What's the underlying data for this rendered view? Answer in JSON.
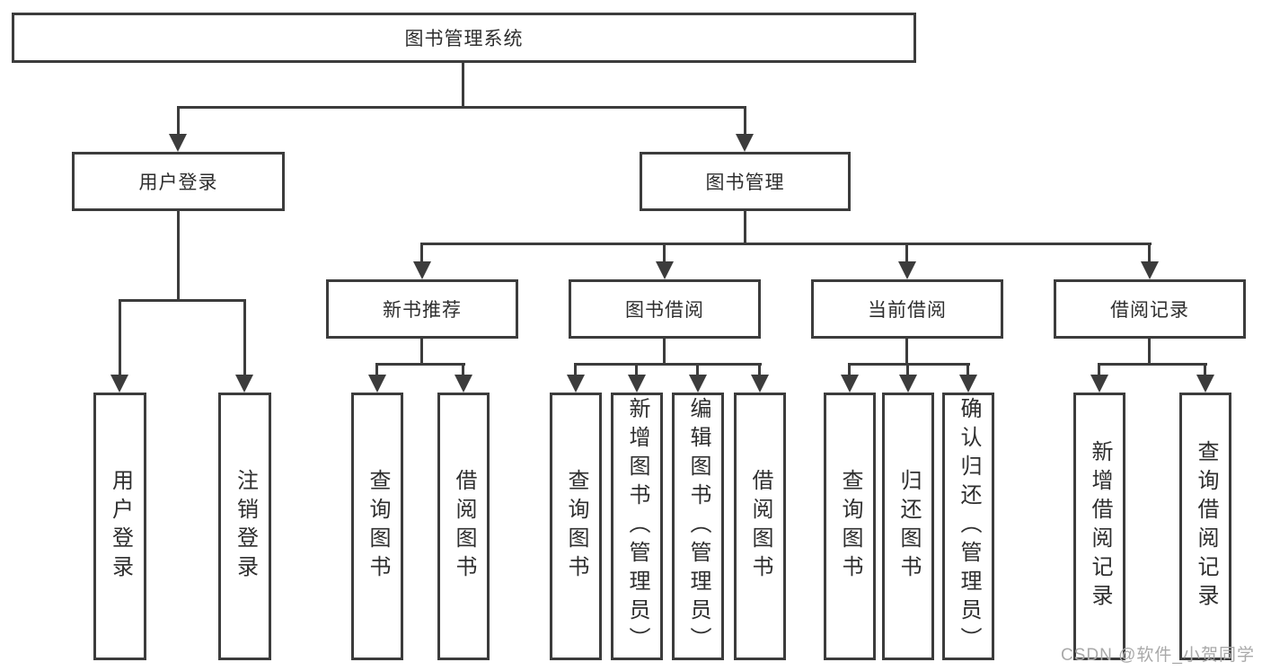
{
  "diagram": {
    "root": {
      "label": "图书管理系统"
    },
    "level2": [
      {
        "label": "用户登录"
      },
      {
        "label": "图书管理"
      }
    ],
    "level3": [
      {
        "label": "新书推荐",
        "parent": "图书管理"
      },
      {
        "label": "图书借阅",
        "parent": "图书管理"
      },
      {
        "label": "当前借阅",
        "parent": "图书管理"
      },
      {
        "label": "借阅记录",
        "parent": "图书管理"
      }
    ],
    "leaves": [
      {
        "label": "用户登录",
        "parent": "用户登录"
      },
      {
        "label": "注销登录",
        "parent": "用户登录"
      },
      {
        "label": "查询图书",
        "parent": "新书推荐"
      },
      {
        "label": "借阅图书",
        "parent": "新书推荐"
      },
      {
        "label": "查询图书",
        "parent": "图书借阅"
      },
      {
        "label": "新增图书（管理员）",
        "parent": "图书借阅"
      },
      {
        "label": "编辑图书（管理员）",
        "parent": "图书借阅"
      },
      {
        "label": "借阅图书",
        "parent": "图书借阅"
      },
      {
        "label": "查询图书",
        "parent": "当前借阅"
      },
      {
        "label": "归还图书",
        "parent": "当前借阅"
      },
      {
        "label": "确认归还（管理员）",
        "parent": "当前借阅"
      },
      {
        "label": "新增借阅记录",
        "parent": "借阅记录"
      },
      {
        "label": "查询借阅记录",
        "parent": "借阅记录"
      }
    ]
  },
  "watermark": {
    "text": "CSDN @软件_小贺同学"
  },
  "colors": {
    "line": "#3c3c3c",
    "text": "#2e2e2e",
    "watermark": "#a9a9a9",
    "background": "#ffffff"
  }
}
